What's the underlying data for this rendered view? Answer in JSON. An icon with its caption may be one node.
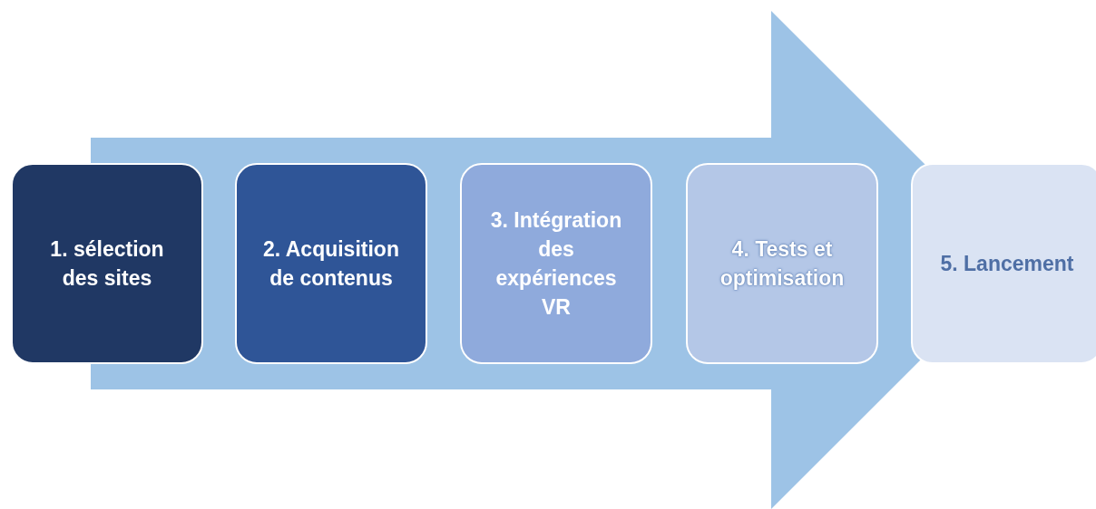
{
  "diagram": {
    "nodes": [
      {
        "text": [
          "1. sélection des sites"
        ]
      },
      {
        "text": [
          "2. Acquisition de contenus"
        ]
      },
      {
        "text": [
          "3. Intégration des expériences VR"
        ]
      },
      {
        "text": [
          "4. Tests et optimisation"
        ]
      },
      {
        "text": [
          "5. Lancement"
        ]
      }
    ],
    "edges": [
      {
        "from": 0,
        "to": 4,
        "arrow": "to"
      }
    ]
  }
}
